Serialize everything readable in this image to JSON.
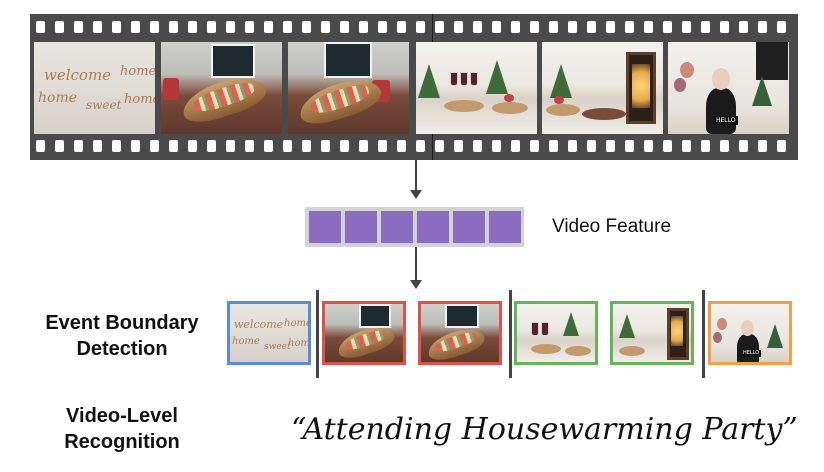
{
  "film": {
    "frames": [
      {
        "scene": "welcome-home-banner"
      },
      {
        "scene": "boat-snack-table"
      },
      {
        "scene": "boat-snack-table"
      },
      {
        "scene": "dessert-table"
      },
      {
        "scene": "dessert-table-lantern"
      },
      {
        "scene": "person-with-sign"
      }
    ],
    "banner_words": [
      "welcome",
      "home",
      "home",
      "sweet",
      "home"
    ],
    "sign_text": "HELLO"
  },
  "feature": {
    "label": "Video Feature",
    "cell_count": 6,
    "cell_color": "#8a6cc0",
    "bar_color": "#d3d3d3"
  },
  "event_boundary": {
    "label_line1": "Event Boundary",
    "label_line2": "Detection",
    "clips": [
      {
        "scene": "welcome-home-banner",
        "border": "#5b8ad7"
      },
      {
        "scene": "boat-snack-table",
        "border": "#d9534f"
      },
      {
        "scene": "boat-snack-table",
        "border": "#d9534f"
      },
      {
        "scene": "dessert-table",
        "border": "#67b25a"
      },
      {
        "scene": "dessert-table-lantern",
        "border": "#67b25a"
      },
      {
        "scene": "person-with-sign",
        "border": "#f0a04b"
      }
    ]
  },
  "video_level": {
    "label_line1": "Video-Level",
    "label_line2": "Recognition",
    "caption": "“Attending Housewarming Party”"
  }
}
